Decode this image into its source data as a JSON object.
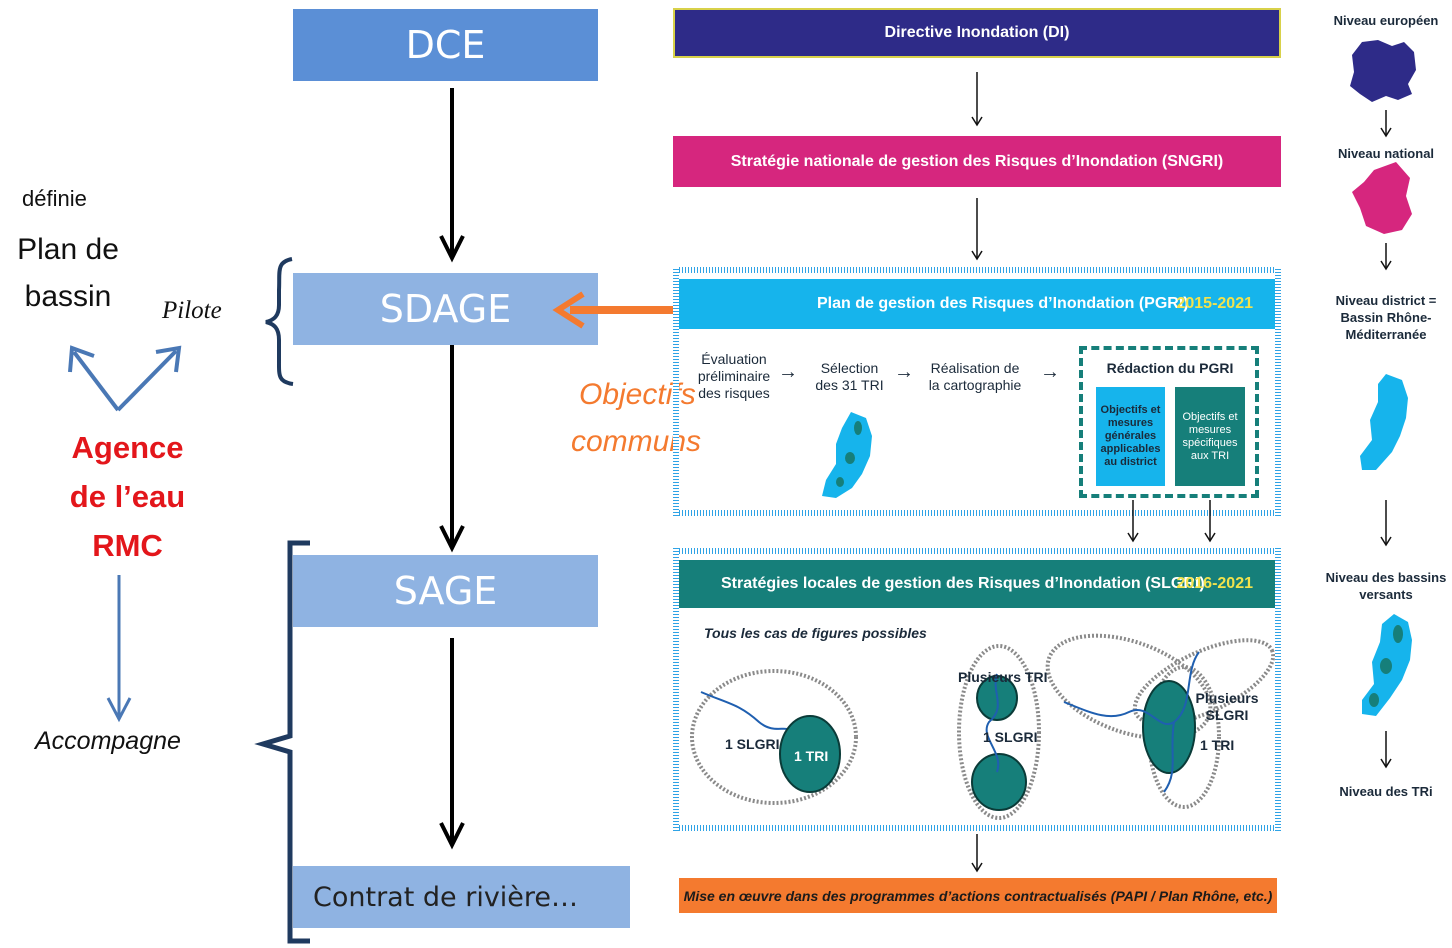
{
  "left": {
    "dce": "DCE",
    "sdage": "SDAGE",
    "sage": "SAGE",
    "contrat": "Contrat de rivière…",
    "definie": "définie",
    "plan_de_bassin": "Plan de bassin",
    "pilote": "Pilote",
    "agence": "Agence de l’eau RMC",
    "accompagne": "Accompagne",
    "objectifs": "Objectifs",
    "communs": "communs"
  },
  "right": {
    "di": "Directive Inondation (DI)",
    "sngri": "Stratégie nationale de gestion des Risques d’Inondation (SNGRI)",
    "pgri": "Plan de gestion des Risques d’Inondation (PGRI)",
    "pgri_years": "2015-2021",
    "step1": "Évaluation préliminaire des risques",
    "step2": "Sélection des 31 TRI",
    "step3": "Réalisation de la cartographie",
    "redaction": "Rédaction du PGRI",
    "obj_gen": "Objectifs et mesures générales applicables au district",
    "obj_spec": "Objectifs et mesures spécifiques aux TRI",
    "slgri": "Stratégies locales de gestion des Risques d’Inondation (SLGRI)",
    "slgri_years": "2016-2021",
    "tous_cas": "Tous les cas de figures possibles",
    "one_slgri": "1 SLGRI",
    "one_tri": "1 TRI",
    "plusieurs_tri": "Plusieurs TRI",
    "one_slgri_b": "1 SLGRI",
    "plusieurs_slgri": "Plusieurs SLGRI",
    "one_tri_b": "1 TRI",
    "mise_en_oeuvre": "Mise en œuvre dans des programmes d’actions contractualisés (PAPI / Plan Rhône, etc.)"
  },
  "levels": {
    "europeen": "Niveau européen",
    "national": "Niveau national",
    "district": "Niveau district = Bassin Rhône-Méditerranée",
    "bassins": "Niveau des bassins versants",
    "tri": "Niveau des TRi"
  },
  "colors": {
    "dce_blue": "#5b8fd6",
    "sdage_blue": "#8fb3e2",
    "di_navy": "#2e2b88",
    "sngri_magenta": "#d6267e",
    "pgri_cyan": "#16b4ec",
    "teal": "#167f7a",
    "orange": "#f47a2f",
    "red": "#e3161b"
  }
}
